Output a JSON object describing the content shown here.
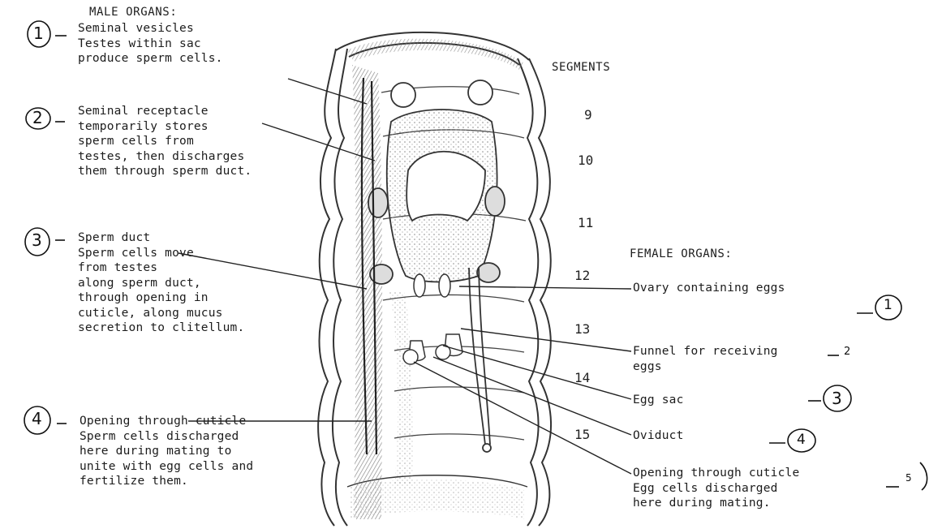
{
  "male": {
    "header": "MALE ORGANS:",
    "items": [
      {
        "num": "1",
        "lines": [
          "Seminal vesicles",
          "Testes within sac",
          "produce sperm cells."
        ]
      },
      {
        "num": "2",
        "lines": [
          "Seminal receptacle",
          "temporarily stores",
          "sperm cells from",
          "testes, then discharges",
          "them through sperm duct."
        ]
      },
      {
        "num": "3",
        "lines": [
          "Sperm duct",
          "Sperm cells move",
          "from testes",
          "along sperm duct,",
          "through opening in",
          "cuticle, along mucus",
          "secretion to clitellum."
        ]
      },
      {
        "num": "4",
        "lines": [
          "Opening through cuticle",
          "Sperm cells discharged",
          "here during mating to",
          "unite with egg cells and",
          "fertilize them."
        ]
      }
    ]
  },
  "segments": {
    "header": "SEGMENTS",
    "numbers": [
      "9",
      "10",
      "11",
      "12",
      "13",
      "14",
      "15"
    ]
  },
  "female": {
    "header": "FEMALE ORGANS:",
    "items": [
      {
        "lines": [
          "Ovary containing eggs"
        ],
        "num": "1"
      },
      {
        "lines": [
          "Funnel for receiving",
          "eggs"
        ],
        "num": "2"
      },
      {
        "lines": [
          "Egg sac"
        ],
        "num": "3"
      },
      {
        "lines": [
          "Oviduct"
        ],
        "num": "4"
      },
      {
        "lines": [
          "Opening through cuticle",
          "Egg cells discharged",
          "here during mating."
        ],
        "num": "5"
      }
    ]
  }
}
